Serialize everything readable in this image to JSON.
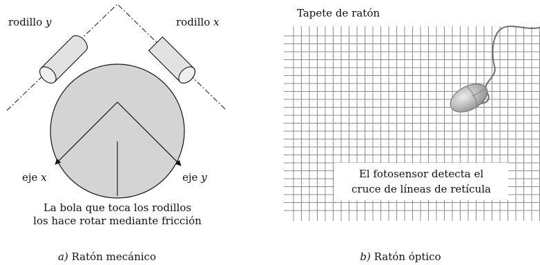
{
  "mechanical": {
    "roller_y_label": "rodillo",
    "roller_y_var": "y",
    "roller_x_label": "rodillo",
    "roller_x_var": "x",
    "axis_x_label": "eje",
    "axis_x_var": "x",
    "axis_y_label": "eje",
    "axis_y_var": "y",
    "ball_caption_line1": "La bola que toca los rodillos",
    "ball_caption_line2": "los hace rotar mediante fricción",
    "caption_letter": "a)",
    "caption_text": "Ratón mecánico"
  },
  "optical": {
    "pad_title": "Tapete de ratón",
    "sensor_line1": "El fotosensor detecta el",
    "sensor_line2": "cruce de líneas de retícula",
    "caption_letter": "b)",
    "caption_text": "Ratón óptico"
  },
  "colors": {
    "ball_fill": "#d4d4d4",
    "roller_fill": "#e2e2e2",
    "grid_line": "#8c8c8c",
    "mouse_fill": "#b8b8b8"
  }
}
